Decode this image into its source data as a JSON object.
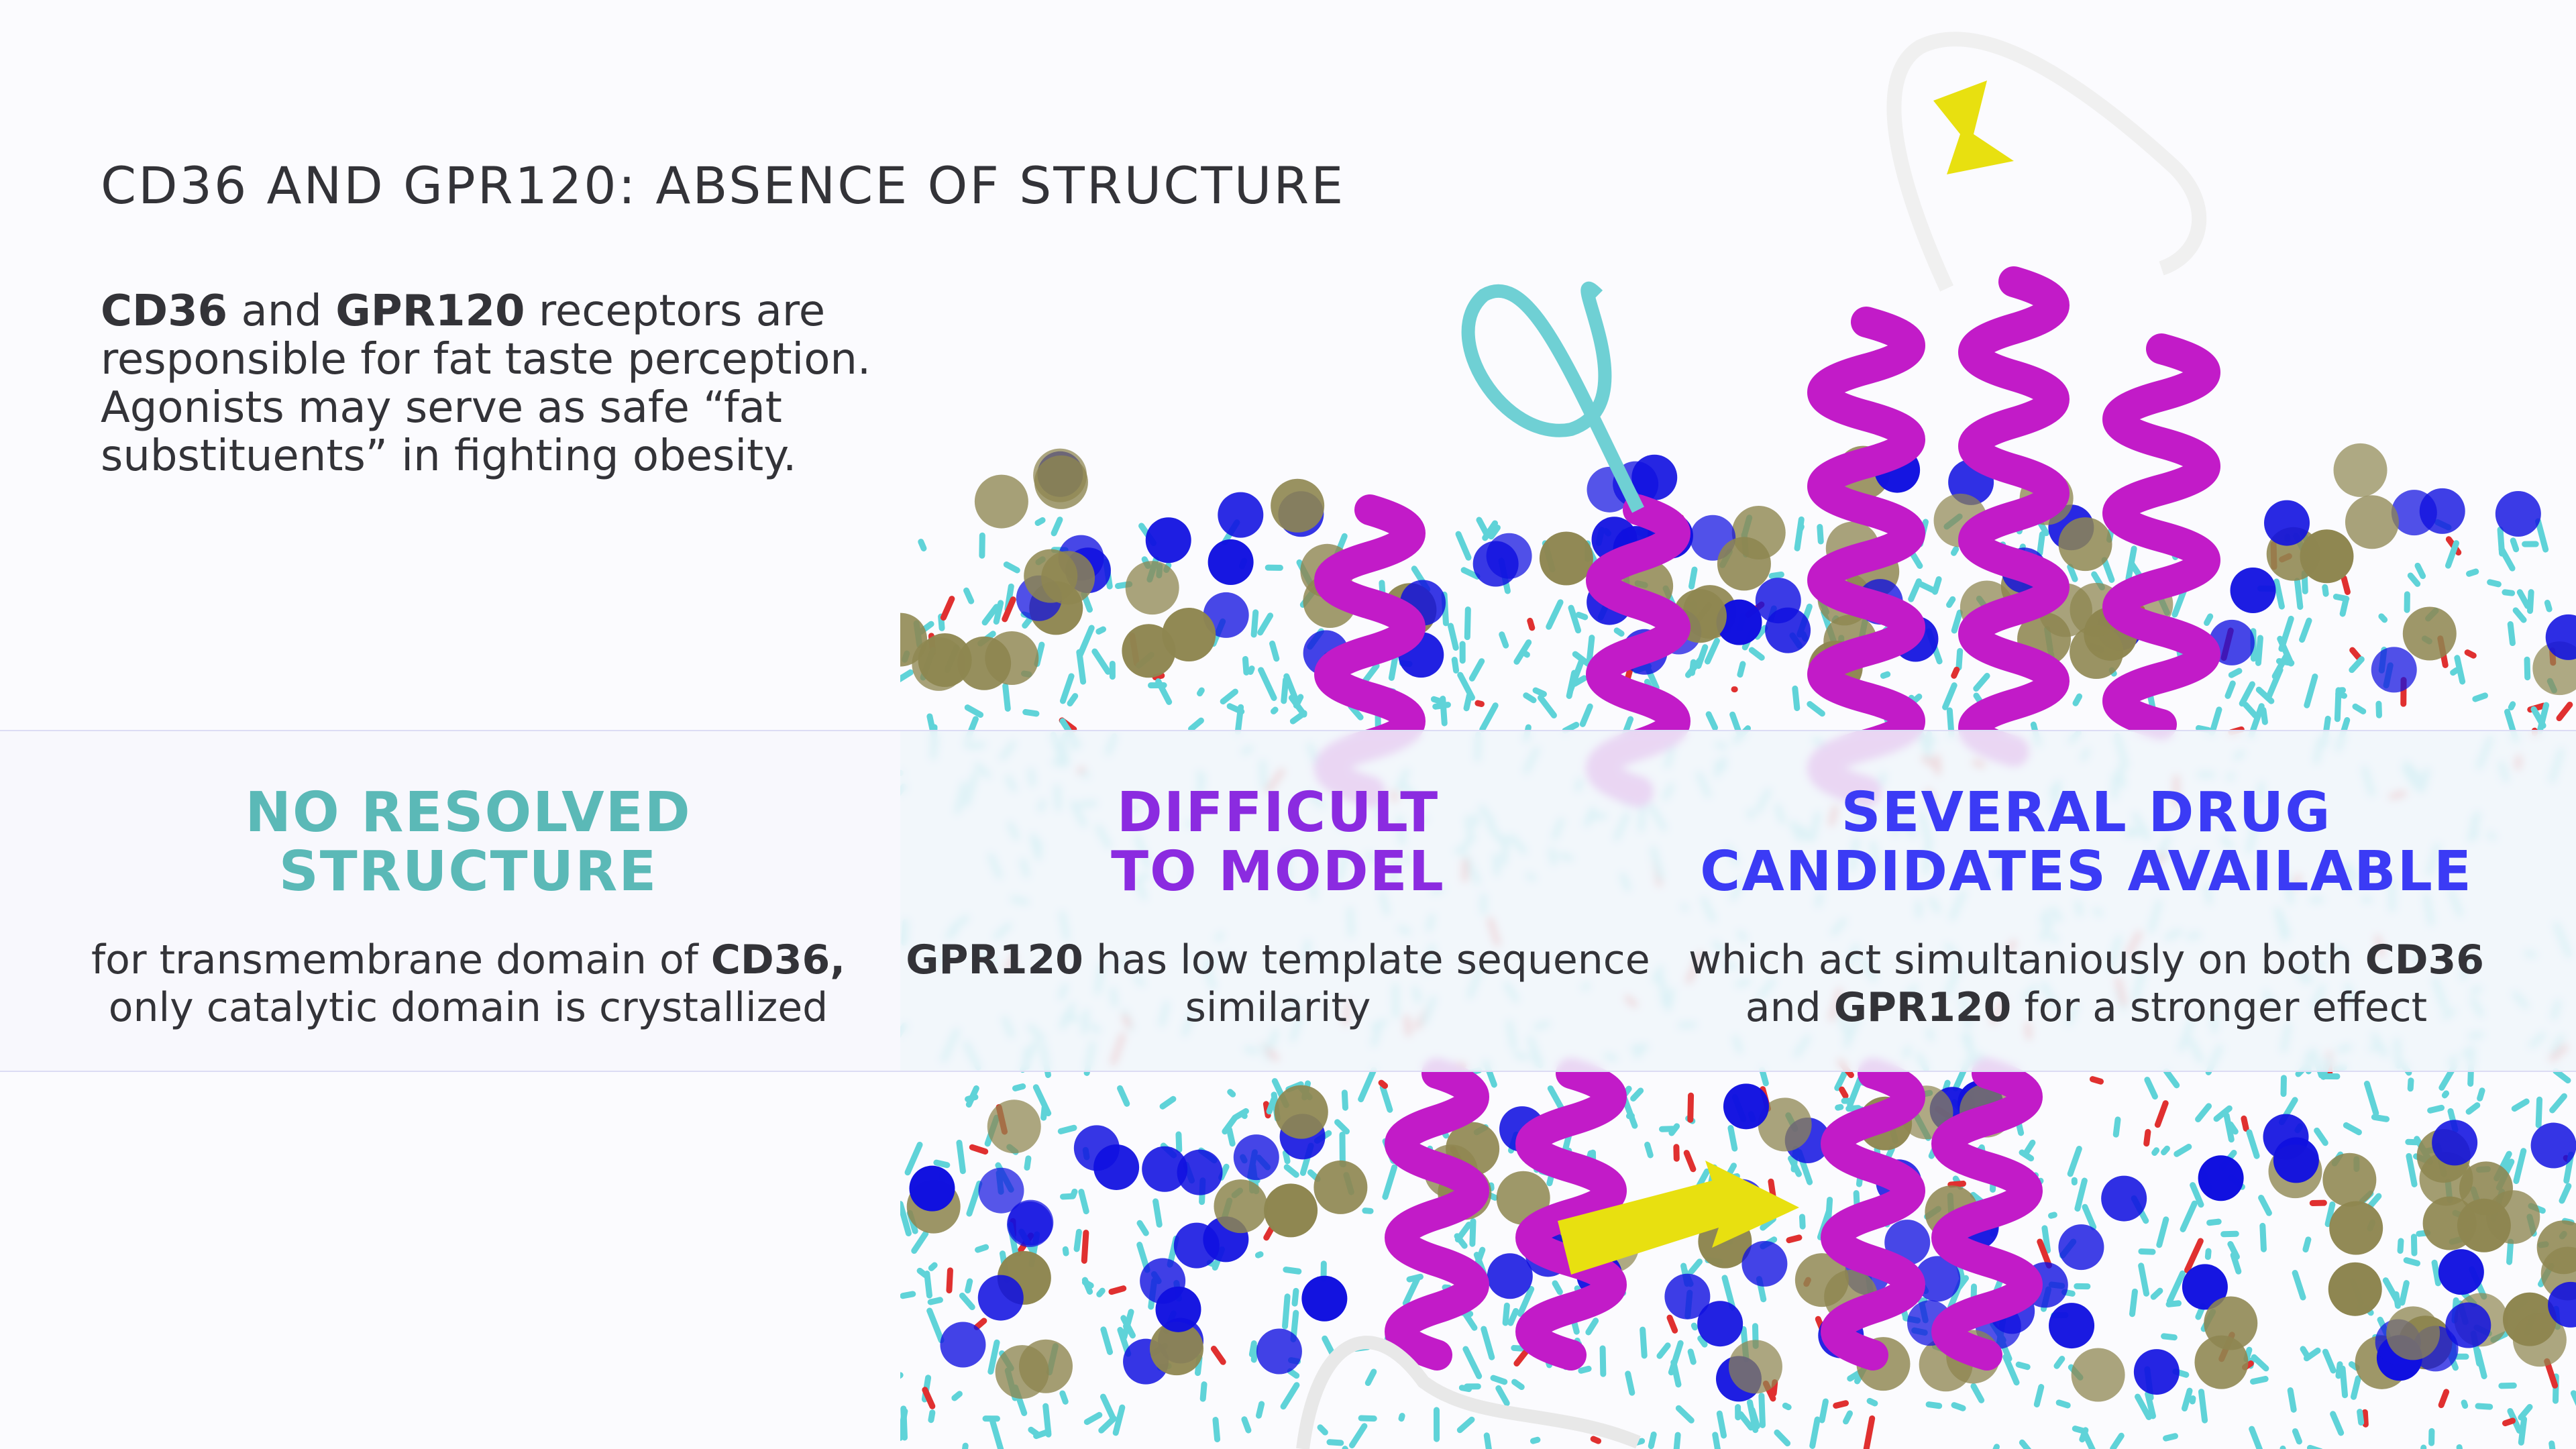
{
  "title": "CD36 AND GPR120: ABSENCE OF STRUCTURE",
  "intro": {
    "term1": "CD36",
    "and": " and ",
    "term2": "GPR120",
    "rest": " receptors are responsible for fat taste perception. Agonists may serve as safe “fat substituents” in fighting obesity."
  },
  "columns": [
    {
      "heading_line1": "NO RESOLVED",
      "heading_line2": "STRUCTURE",
      "color": "#5bb9b7",
      "text_pre": "for transmembrane domain of ",
      "text_bold": "CD36,",
      "text_post": " only catalytic domain is crystallized"
    },
    {
      "heading_line1": "DIFFICULT",
      "heading_line2": "TO MODEL",
      "color": "#8b2be0",
      "text_bold": "GPR120",
      "text_post": " has low template sequence similarity"
    },
    {
      "heading_line1": "SEVERAL DRUG",
      "heading_line2": "CANDIDATES AVAILABLE",
      "color": "#3b3bf5",
      "text_pre": "which act simultaniously on both ",
      "text_bold1": "CD36",
      "text_mid": " and ",
      "text_bold2": "GPR120",
      "text_post": " for a stronger effect"
    }
  ],
  "colors": {
    "helix": "#c21bc8",
    "lipid": "#5fd3d8",
    "headgroup": "#1010e0",
    "glycerol": "#8e8650",
    "sheet": "#e8e010"
  }
}
